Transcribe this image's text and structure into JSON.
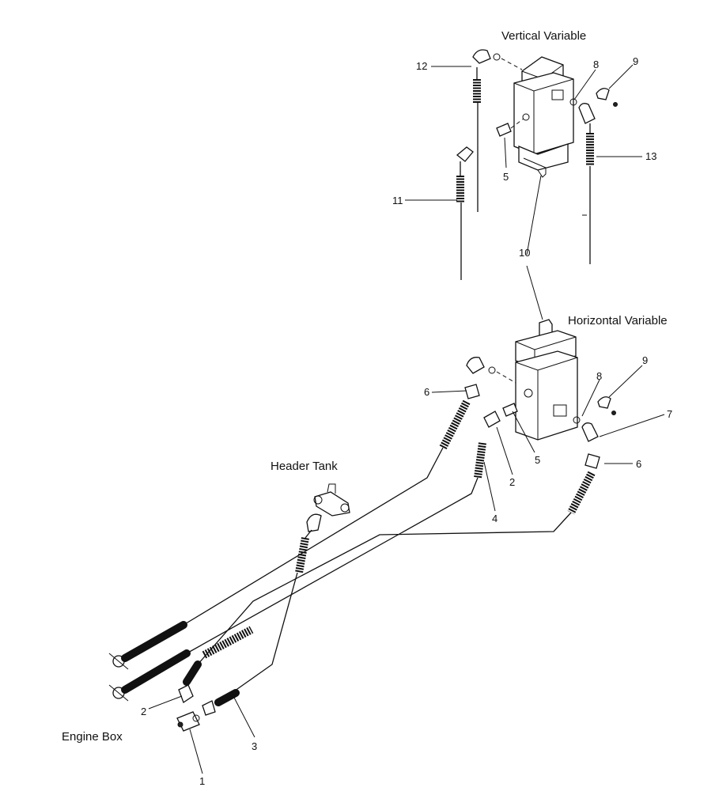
{
  "titles": {
    "vertical_variable": "Vertical Variable",
    "horizontal_variable": "Horizontal Variable",
    "header_tank": "Header Tank",
    "engine_box": "Engine Box"
  },
  "callouts": {
    "c1": "1",
    "c2a": "2",
    "c2b": "2",
    "c3": "3",
    "c4": "4",
    "c5a": "5",
    "c5b": "5",
    "c6a": "6",
    "c6b": "6",
    "c7": "7",
    "c8a": "8",
    "c8b": "8",
    "c9a": "9",
    "c9b": "9",
    "c10": "10",
    "c11": "11",
    "c12": "12",
    "c13": "13"
  }
}
